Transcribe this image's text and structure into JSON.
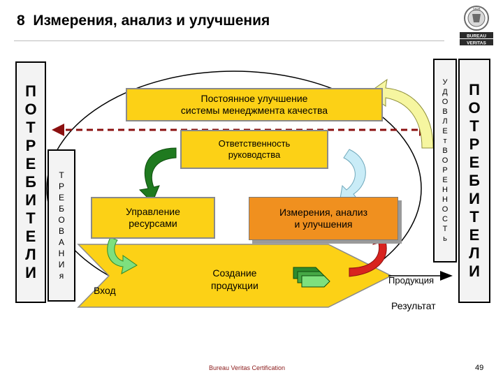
{
  "slide": {
    "number": "8",
    "title": "Измерения, анализ и улучшения",
    "footer": "Bureau Veritas Certification",
    "page": "49"
  },
  "logo": {
    "line1": "BUREAU",
    "line2": "VERITAS",
    "year": "1828"
  },
  "left_bar": {
    "letters": [
      "П",
      "О",
      "Т",
      "Р",
      "Е",
      "Б",
      "И",
      "Т",
      "Е",
      "Л",
      "И"
    ]
  },
  "requirements_bar": {
    "letters": [
      "Т",
      "Р",
      "Е",
      "Б",
      "О",
      "В",
      "А",
      "Н",
      "И",
      "я"
    ]
  },
  "satisfaction_bar": {
    "letters": [
      "У",
      "Д",
      "О",
      "В",
      "Л",
      "Е",
      "т",
      "В",
      "О",
      "Р",
      "Е",
      "Н",
      "Н",
      "О",
      "С",
      "Т",
      "ь"
    ]
  },
  "right_bar": {
    "letters": [
      "П",
      "О",
      "Т",
      "Р",
      "Е",
      "Б",
      "И",
      "Т",
      "Е",
      "Л",
      "И"
    ]
  },
  "boxes": {
    "improvement": [
      "Постоянное улучшение",
      "системы менеджмента качества"
    ],
    "responsibility": [
      "Ответственность",
      "руководства"
    ],
    "resources": [
      "Управление",
      "ресурсами"
    ],
    "measurement": [
      "Измерения, анализ",
      "и улучшения"
    ],
    "creation": [
      "Создание",
      "продукции"
    ]
  },
  "labels": {
    "input": "Вход",
    "product": "Продукция",
    "result": "Результат"
  },
  "colors": {
    "yellow": "#fcd116",
    "orange": "#f0901f",
    "green": "#1f7a1f",
    "light_green": "#7ee07e",
    "light_blue": "#c9ecf7",
    "pale_yellow": "#f6f6a0",
    "red": "#d8231f",
    "dashed_arrow": "#8b1010"
  }
}
